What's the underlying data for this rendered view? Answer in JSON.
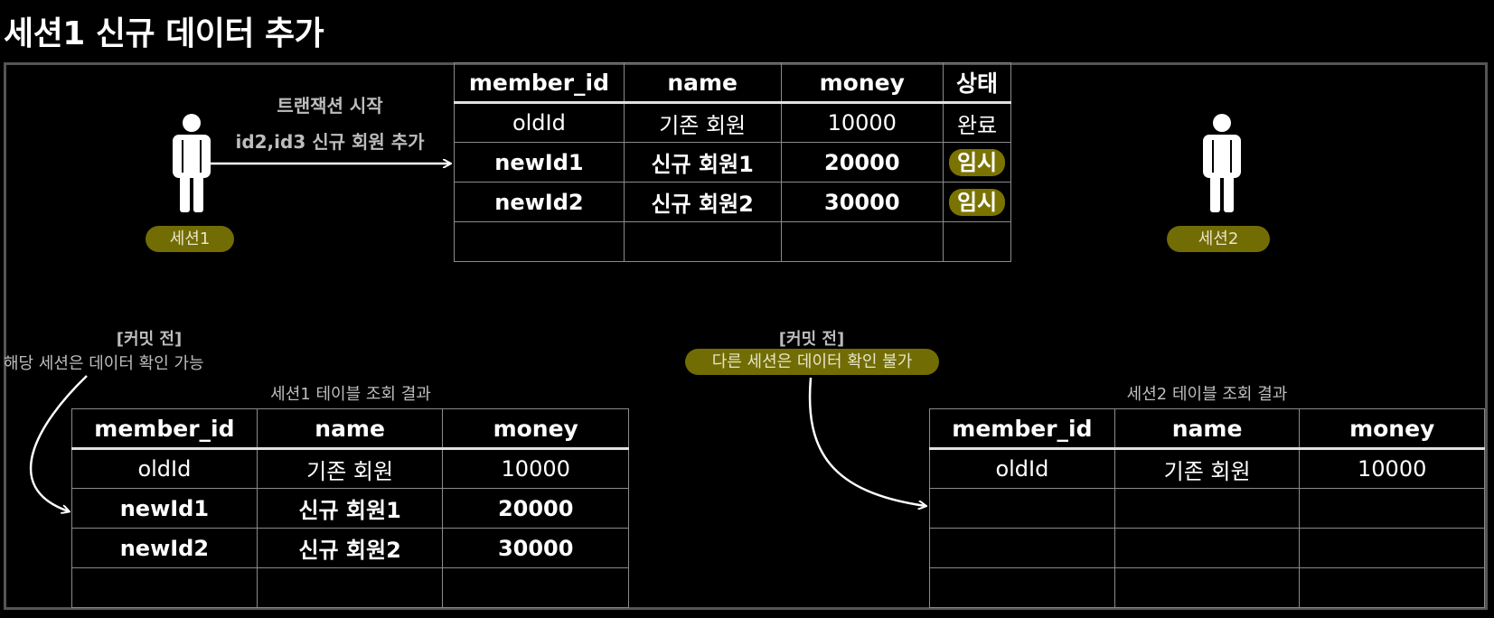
{
  "title": "세션1 신규 데이터 추가",
  "session1": {
    "label": "세션1",
    "action_line1": "트랜잭션 시작",
    "action_line2": "id2,id3 신규 회원 추가"
  },
  "session2": {
    "label": "세션2"
  },
  "main_table": {
    "headers": [
      "member_id",
      "name",
      "money",
      "상태"
    ],
    "rows": [
      [
        "oldId",
        "기존 회원",
        "10000",
        "완료"
      ],
      [
        "newId1",
        "신규 회원1",
        "20000",
        "임시"
      ],
      [
        "newId2",
        "신규 회원2",
        "30000",
        "임시"
      ],
      [
        "",
        "",
        "",
        ""
      ]
    ]
  },
  "left_note": {
    "line1": "[커밋 전]",
    "line2": "해당 세션은 데이터 확인 가능",
    "caption": "세션1 테이블 조회 결과"
  },
  "right_note": {
    "line1": "[커밋 전]",
    "line2": "다른 세션은 데이터 확인 불가",
    "caption": "세션2 테이블 조회 결과"
  },
  "session1_result": {
    "headers": [
      "member_id",
      "name",
      "money"
    ],
    "rows": [
      [
        "oldId",
        "기존 회원",
        "10000"
      ],
      [
        "newId1",
        "신규 회원1",
        "20000"
      ],
      [
        "newId2",
        "신규 회원2",
        "30000"
      ],
      [
        "",
        "",
        ""
      ]
    ]
  },
  "session2_result": {
    "headers": [
      "member_id",
      "name",
      "money"
    ],
    "rows": [
      [
        "oldId",
        "기존 회원",
        "10000"
      ],
      [
        "",
        "",
        ""
      ],
      [
        "",
        "",
        ""
      ],
      [
        "",
        "",
        ""
      ]
    ]
  }
}
